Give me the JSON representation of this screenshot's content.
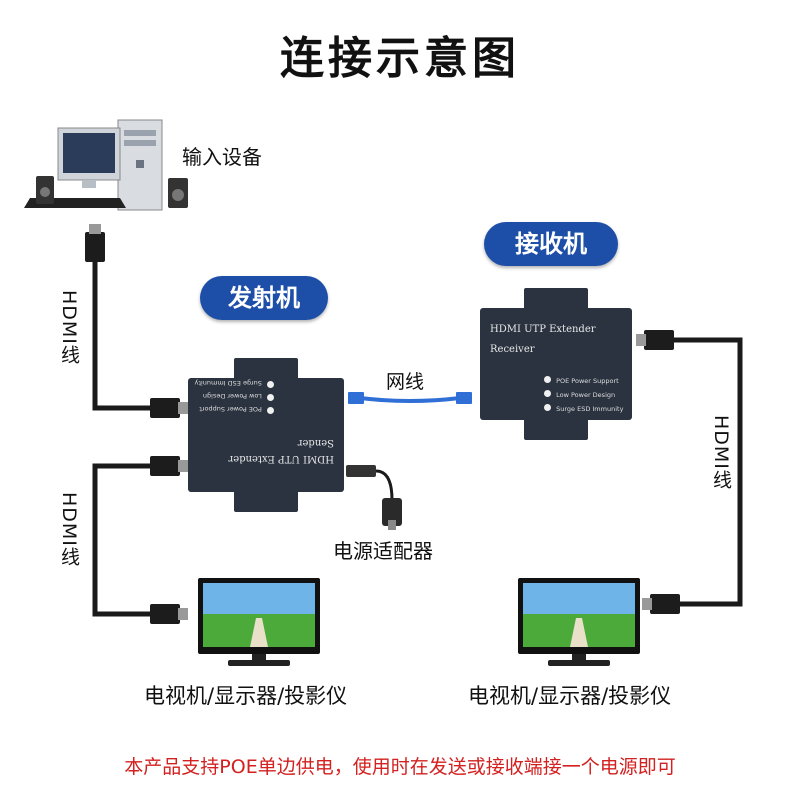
{
  "title": "连接示意图",
  "input_device_label": "输入设备",
  "sender_label": "发射机",
  "receiver_label": "接收机",
  "network_cable_label": "网线",
  "hdmi_cable_label": "HDMI线",
  "power_adapter_label": "电源适配器",
  "display_label_left": "电视机/显示器/投影仪",
  "display_label_right": "电视机/显示器/投影仪",
  "sender_box": {
    "product": "HDMI UTP Extender",
    "role": "Sender",
    "features": [
      "Surge ESD Immunity",
      "Low Power Design",
      "POE Power Support"
    ]
  },
  "receiver_box": {
    "product": "HDMI UTP Extender",
    "role": "Receiver",
    "features": [
      "POE Power Support",
      "Low Power Design",
      "Surge ESD Immunity"
    ]
  },
  "footer_note": "本产品支持POE单边供电，使用时在发送或接收端接一个电源即可",
  "colors": {
    "pill": "#1e4fa8",
    "note": "#d32020",
    "cable": "#1a1a1a",
    "ethernet": "#2f6fd6",
    "box": "#2b3340"
  }
}
